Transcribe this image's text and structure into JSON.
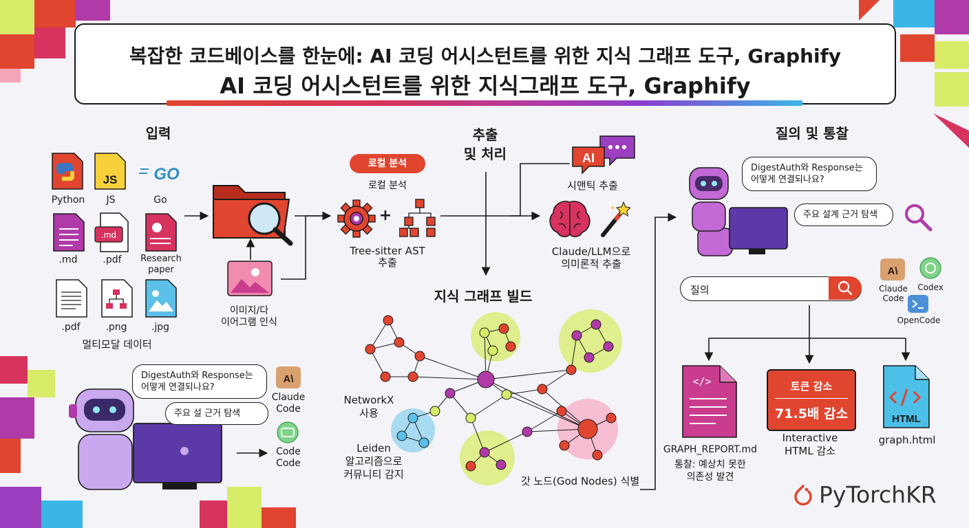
{
  "title": {
    "line1": "복잡한 코드베이스를 한눈에: AI 코딩 어시스턴트를 위한 지식 그래프 도구, Graphify",
    "line2": "AI 코딩 어시스턴트를 위한 지식그래프 도구, Graphify"
  },
  "input": {
    "header": "입력",
    "files": [
      "Python",
      "JS",
      "Go",
      ".md",
      ".pdf",
      "Research\npaper",
      ".pdf",
      ".png",
      ".jpg"
    ],
    "md_badge": ".md",
    "go_logo": "GO",
    "js_logo": "JS",
    "footer": "멀티모달 데이터",
    "image_recognition": "이미지/다\n이어그램 인식"
  },
  "local": {
    "pill": "로컬 분석",
    "label": "로컬 분석",
    "plus": "+",
    "ast": "Tree-sitter AST\n추출"
  },
  "extract": {
    "header": "추출\n및 처리",
    "ai_badge": "AI",
    "semantic": "시맨틱 추출",
    "claude": "Claude/LLM으로\n의미론적 추출"
  },
  "graph": {
    "header": "지식 그래프 빌드",
    "networkx": "NetworkX\n사용",
    "leiden": "Leiden\n알고리즘으로\n커뮤니티 감지",
    "god_nodes": "갓 노드(God Nodes) 식별"
  },
  "query": {
    "header": "질의 및 통찰",
    "bubble1": "DigestAuth와 Response는\n어떻게 연결되나요?",
    "bubble2": "주요 설계 근거 탐색",
    "search_text": "질의",
    "tools": [
      "Claude\nCode",
      "Codex",
      "OpenCode"
    ],
    "report": "GRAPH_REPORT.md",
    "report_desc": "통찰: 예상치 못한\n의존성 발견",
    "token_label": "토큰 감소",
    "token_value": "71.5배 감소",
    "token_caption": "Interactive\nHTML 감소",
    "html_badge": "HTML",
    "html_file": "graph.html"
  },
  "bottom": {
    "bubble1": "DigestAuth와 Response는\n어떻게 연결되나요?",
    "bubble2": "주요 설 근거 탐색",
    "claude": "Claude\nCode",
    "code": "Code\nCode"
  },
  "brand": "PyTorchKR",
  "colors": {
    "accent": "#e0452f",
    "purple": "#9b3fc0",
    "pink": "#d6335e",
    "lime": "#d9ec6a",
    "cyan": "#3ab6e6"
  }
}
